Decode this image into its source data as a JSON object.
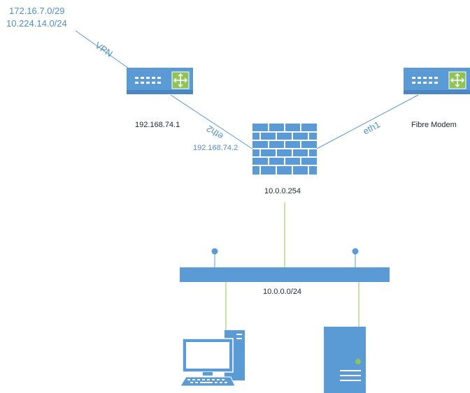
{
  "colors": {
    "device": "#5b9bd5",
    "device_border": "#4a86bf",
    "link_blue": "#5b9bd5",
    "link_green": "#8fc35a",
    "text_blue": "#4f8fc7",
    "text_dark": "#1b2630"
  },
  "remote_networks": [
    "172.16.7.0/29",
    "10.224.14.0/24"
  ],
  "links": {
    "vpn": "VPN",
    "eth2": "eth2",
    "eth1": "eth1"
  },
  "router_left": {
    "icon": "router-icon",
    "ip": "192.168.74.1"
  },
  "router_right": {
    "icon": "router-icon",
    "label": "Fibre Modem"
  },
  "firewall": {
    "icon": "firewall-icon",
    "eth2_ip": "192.168.74.2",
    "lan_ip": "10.0.0.254"
  },
  "lan": {
    "icon": "network-bus-icon",
    "subnet": "10.0.0.0/24"
  },
  "hosts": [
    {
      "icon": "workstation-icon"
    },
    {
      "icon": "server-icon"
    }
  ]
}
